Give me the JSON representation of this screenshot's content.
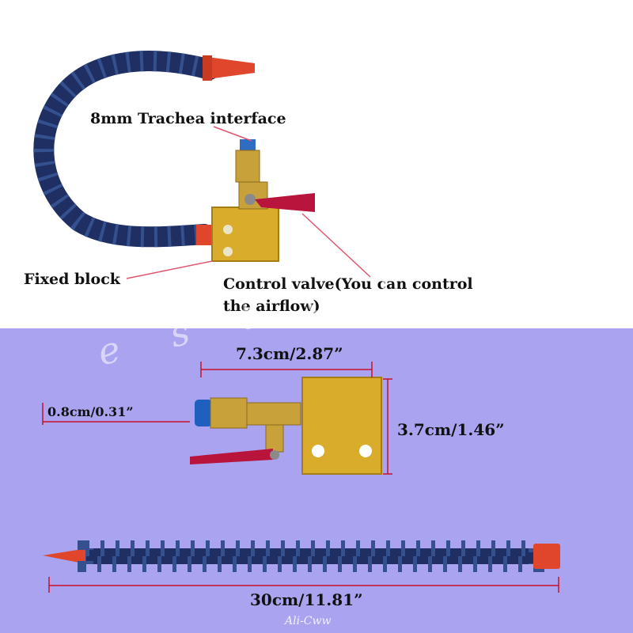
{
  "top_panel": {
    "labels": {
      "trachea_interface": "8mm Trachea interface",
      "fixed_block": "Fixed block",
      "control_valve_line1": "Control valve(You can control",
      "control_valve_line2": "the airflow)"
    },
    "background_color": "#ffffff"
  },
  "bottom_panel": {
    "dimensions": {
      "valve_length": "7.3cm/2.87”",
      "fitting_diameter": "0.8cm/0.31”",
      "block_height": "3.7cm/1.46”",
      "hose_length": "30cm/11.81”"
    },
    "background_color": "#a9a3f0"
  },
  "watermark_text": "e s t o n e",
  "footer_mark": "Ali-Cww",
  "colors": {
    "hose_blue": "#1f2f63",
    "nozzle_orange": "#e0462b",
    "brass": "#c9a13a",
    "block_gold": "#d9ad2b",
    "handle_red": "#b8143c",
    "leader_red": "#e0556f",
    "dimension_red": "#c8102e"
  },
  "icons": [
    "hose-icon",
    "valve-icon",
    "nozzle-icon",
    "block-icon"
  ]
}
